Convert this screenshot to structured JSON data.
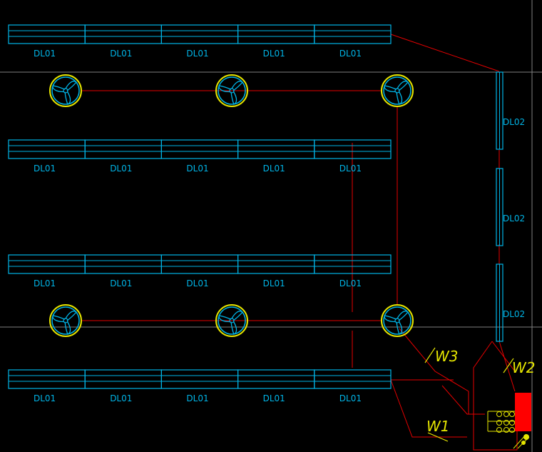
{
  "colors": {
    "background": "#000000",
    "fixture": "#00b4e6",
    "wire": "#e60000",
    "guide": "#808080",
    "fan_ring": "#e6e600",
    "circuit_label": "#e6e600",
    "panel": "#ff0000"
  },
  "fixture_rows": [
    {
      "labels": [
        "DL01",
        "DL01",
        "DL01",
        "DL01",
        "DL01"
      ]
    },
    {
      "labels": [
        "DL01",
        "DL01",
        "DL01",
        "DL01",
        "DL01"
      ]
    },
    {
      "labels": [
        "DL01",
        "DL01",
        "DL01",
        "DL01",
        "DL01"
      ]
    },
    {
      "labels": [
        "DL01",
        "DL01",
        "DL01",
        "DL01",
        "DL01"
      ]
    }
  ],
  "vertical_fixtures": {
    "labels": [
      "DL02",
      "DL02",
      "DL02"
    ]
  },
  "fan_rows": [
    {
      "count": 3,
      "icon": "ceiling-fan-icon"
    },
    {
      "count": 3,
      "icon": "ceiling-fan-icon"
    }
  ],
  "circuits": [
    "W1",
    "W2",
    "W3"
  ],
  "panel": {
    "icon": "distribution-panel-icon"
  }
}
